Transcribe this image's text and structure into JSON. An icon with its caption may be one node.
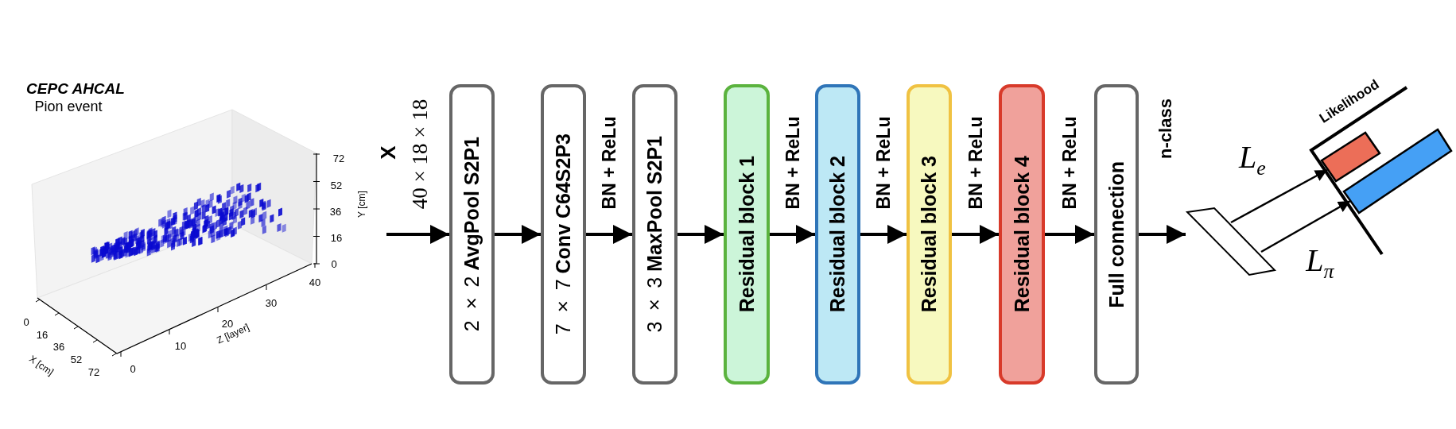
{
  "diagram": {
    "nodes": [
      {
        "text": [
          "2 × 2 **AvgPool S2P1**"
        ]
      },
      {
        "text": [
          "7 × 7 **Conv C64S2P3**"
        ]
      },
      {
        "text": [
          "3 × 3 **MaxPool S2P1**"
        ]
      },
      {
        "text": [
          "Residual block 1"
        ]
      },
      {
        "text": [
          "Residual block 2"
        ]
      },
      {
        "text": [
          "Residual block 3"
        ]
      },
      {
        "text": [
          "Residual block 4"
        ]
      },
      {
        "text": [
          "Full connection"
        ]
      },
      {
        "text": [],
        "shape": "parallelogram"
      },
      {
        "text": [],
        "shape": "bar"
      },
      {
        "text": [],
        "shape": "bar"
      }
    ],
    "edges": [
      {
        "from": null,
        "to": 0,
        "arrow": "to",
        "label": "X"
      },
      {
        "from": 0,
        "to": 1,
        "arrow": "to"
      },
      {
        "from": 1,
        "to": 2,
        "arrow": "to",
        "label": "BN + ReLu"
      },
      {
        "from": 2,
        "to": 3,
        "arrow": "to"
      },
      {
        "from": 3,
        "to": 4,
        "arrow": "to",
        "label": "BN + ReLu"
      },
      {
        "from": 4,
        "to": 5,
        "arrow": "to",
        "label": "BN + ReLu"
      },
      {
        "from": 5,
        "to": 6,
        "arrow": "to",
        "label": "BN + ReLu"
      },
      {
        "from": 6,
        "to": 7,
        "arrow": "to",
        "label": "BN + ReLu"
      },
      {
        "from": 7,
        "to": 8,
        "arrow": "to",
        "label": "n-class"
      },
      {
        "from": 8,
        "to": 9,
        "arrow": "to",
        "label": "*L*$_{e}$"
      },
      {
        "from": 8,
        "to": 10,
        "arrow": "to",
        "label": "*L*$_{π}$"
      }
    ],
    "labels": [
      "CEPC AHCAL",
      "Pion event",
      "72",
      "52",
      "36",
      "16",
      "0",
      "Y [cm]",
      "40",
      "30",
      "20",
      "10",
      "0",
      "Z [layer]",
      "0",
      "16",
      "36",
      "52",
      "72",
      "X [cm]",
      "40 × 18 × 18",
      "Likelihood"
    ]
  }
}
